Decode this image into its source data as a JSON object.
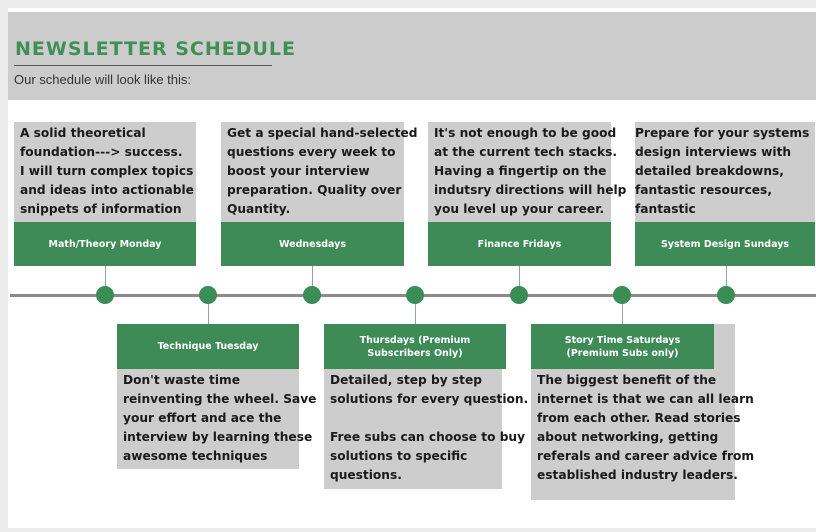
{
  "header": {
    "title": "NEWSLETTER SCHEDULE",
    "subtitle": "Our schedule will look like this:"
  },
  "colors": {
    "green": "#3f8b57",
    "grey_box": "#cdcdcd",
    "header_bg": "#cccccc",
    "axis": "#8a8a8a"
  },
  "timeline": {
    "top": [
      {
        "label": "Math/Theory Monday",
        "description": "A solid theoretical\nfoundation---> success.\nI will turn complex topics\nand ideas into actionable\nsnippets of information"
      },
      {
        "label": "Wednesdays",
        "description": "Get a special hand-selected\nquestions every week to\nboost your interview\npreparation. Quality over\nQuantity."
      },
      {
        "label": "Finance Fridays",
        "description": "It's not enough to be good\nat the current tech stacks.\nHaving a fingertip on the\nindutsry directions will help\nyou level up your career."
      },
      {
        "label": "System Design Sundays",
        "description": "Prepare for your systems\ndesign interviews with\ndetailed breakdowns,\nfantastic resources, fantastic\nadvice"
      }
    ],
    "bottom": [
      {
        "label": "Technique Tuesday",
        "description": "Don't waste time\nreinventing the wheel. Save\nyour effort and ace the\ninterview by learning these\nawesome techniques"
      },
      {
        "label": "Thursdays (Premium Subscribers Only)",
        "description": "Detailed, step by step\nsolutions for every question.\n\nFree subs can choose to buy\nsolutions to specific\nquestions."
      },
      {
        "label": "Story Time Saturdays (Premium Subs only)",
        "description": "The biggest benefit of the\ninternet is that we can all learn\nfrom each other. Read stories\nabout networking, getting\nreferals and career advice from\nestablished industry leaders."
      }
    ]
  }
}
